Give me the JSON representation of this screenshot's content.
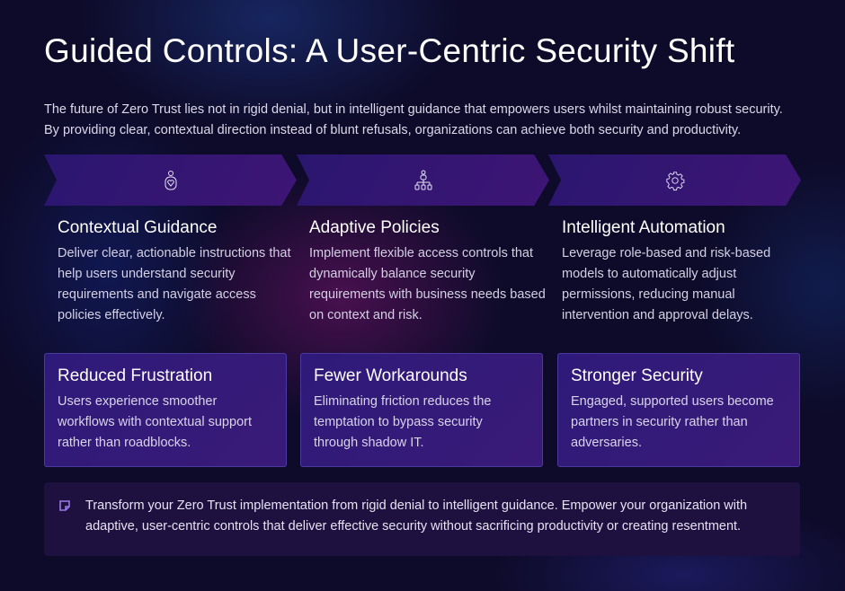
{
  "title": "Guided Controls: A User-Centric Security Shift",
  "intro": "The future of Zero Trust lies not in rigid denial, but in intelligent guidance that empowers users whilst maintaining robust security. By providing clear, contextual direction instead of blunt refusals, organizations can achieve both security and productivity.",
  "pillars": [
    {
      "icon": "person-heart-icon",
      "title": "Contextual Guidance",
      "text": "Deliver clear, actionable instructions that help users understand security requirements and navigate access policies effectively."
    },
    {
      "icon": "org-chart-icon",
      "title": "Adaptive Policies",
      "text": "Implement flexible access controls that dynamically balance security requirements with business needs based on context and risk."
    },
    {
      "icon": "gear-icon",
      "title": "Intelligent Automation",
      "text": "Leverage role-based and risk-based models to automatically adjust permissions, reducing manual intervention and approval delays."
    }
  ],
  "benefits": [
    {
      "title": "Reduced Frustration",
      "text": "Users experience smoother workflows with contextual support rather than roadblocks."
    },
    {
      "title": "Fewer Workarounds",
      "text": "Eliminating friction reduces the temptation to bypass security through shadow IT."
    },
    {
      "title": "Stronger Security",
      "text": "Engaged, supported users become partners in security rather than adversaries."
    }
  ],
  "callout": {
    "icon": "note-icon",
    "text": "Transform your Zero Trust implementation from rigid denial to intelligent guidance. Empower your organization with adaptive, user-centric controls that deliver effective security without sacrificing productivity or creating resentment."
  }
}
